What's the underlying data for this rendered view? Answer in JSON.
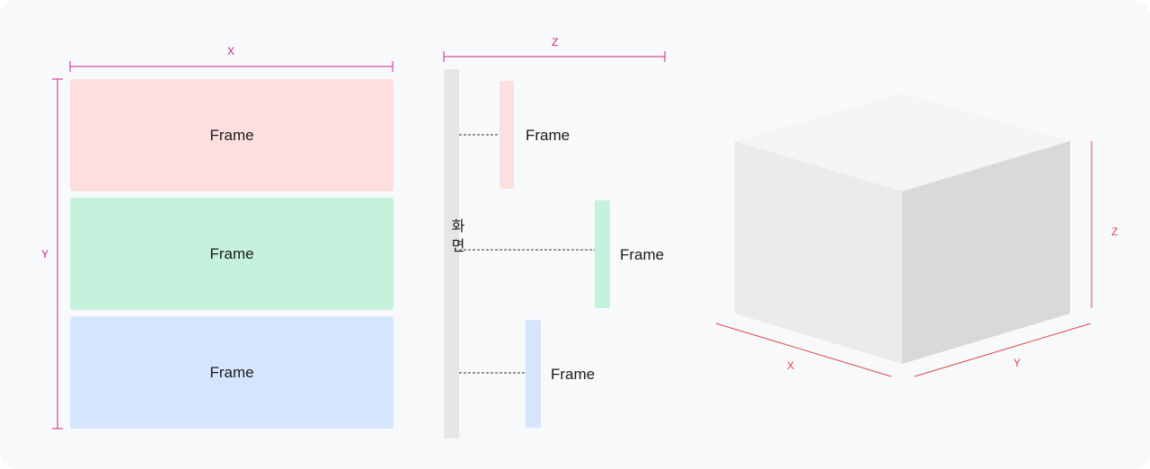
{
  "front_view": {
    "width_label": "X",
    "height_label": "Y",
    "frames": [
      {
        "label": "Frame",
        "color": "#fddfe0"
      },
      {
        "label": "Frame",
        "color": "#c5f2dd"
      },
      {
        "label": "Frame",
        "color": "#d6e5fe"
      }
    ],
    "dimension_color": "#c8228c"
  },
  "side_view": {
    "depth_label": "Z",
    "screen_label_line1": "화",
    "screen_label_line2": "면",
    "screen_color": "#e6e6e6",
    "frames": [
      {
        "label": "Frame",
        "color": "#fddfe0"
      },
      {
        "label": "Frame",
        "color": "#c5f2dd"
      },
      {
        "label": "Frame",
        "color": "#d6e5fe"
      }
    ]
  },
  "cube_view": {
    "x_label": "X",
    "y_label": "Y",
    "z_label": "Z",
    "axis_color": "#e0464a",
    "face_colors": {
      "top": "#f5f5f5",
      "left": "#ebebeb",
      "right": "#d9d9d9"
    }
  }
}
